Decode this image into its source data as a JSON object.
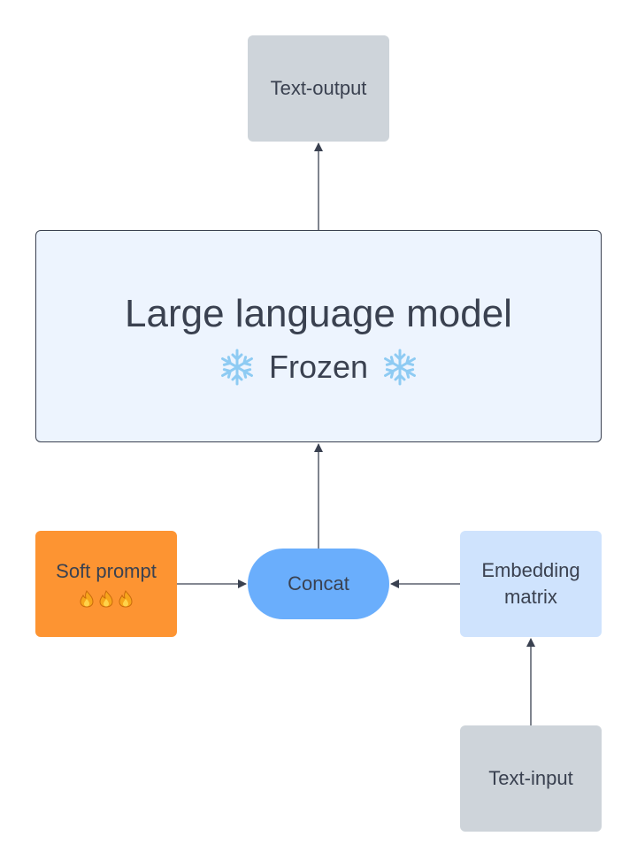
{
  "nodes": {
    "text_output": "Text-output",
    "llm_title": "Large language model",
    "llm_status": "Frozen",
    "soft_prompt": "Soft prompt",
    "concat": "Concat",
    "embedding_line1": "Embedding",
    "embedding_line2": "matrix",
    "text_input": "Text-input"
  },
  "icons": {
    "frozen": "snowflake-icon",
    "trainable": "flame-icon"
  },
  "colors": {
    "text_box": "#ced4da",
    "llm_fill": "#edf4fe",
    "soft_prompt": "#fd9432",
    "concat": "#6aaefc",
    "embedding": "#cfe3fd",
    "snowflake": "#8ecbf3",
    "connector": "#3a4150"
  }
}
